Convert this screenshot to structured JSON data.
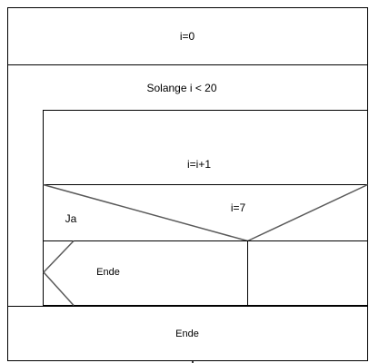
{
  "diagram": {
    "init": {
      "label": "i=0"
    },
    "loop": {
      "label": "Solange i < 20"
    },
    "increment": {
      "label": "i=i+1"
    },
    "decision": {
      "condition": "i=7",
      "yes_label": "Ja"
    },
    "exit_branch": {
      "label": "Ende"
    },
    "end": {
      "label": "Ende"
    }
  },
  "colors": {
    "line": "#000000",
    "line_soft": "#5a5a5a",
    "background": "#ffffff"
  }
}
